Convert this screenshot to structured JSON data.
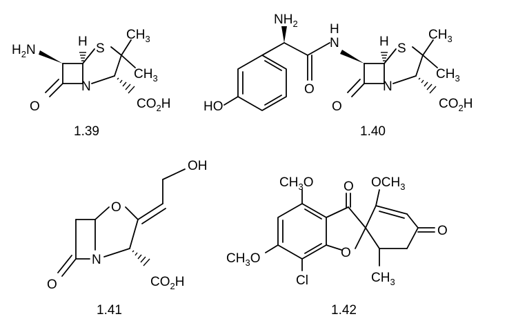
{
  "figure": {
    "compounds": [
      {
        "number": "1.39",
        "labels": {
          "amine": "H2N",
          "h": "H",
          "s": "S",
          "ch3_top": "CH3",
          "ch3_bot": "CH3",
          "o": "O",
          "n": "N",
          "acid": "CO2H"
        }
      },
      {
        "number": "1.40",
        "labels": {
          "nh2": "NH2",
          "nh": "N",
          "nh_h": "H",
          "h": "H",
          "s": "S",
          "ch3_top": "CH3",
          "ch3_bot": "CH3",
          "ho": "HO",
          "o_amide": "O",
          "o_lactam": "O",
          "n": "N",
          "acid": "CO2H"
        }
      },
      {
        "number": "1.41",
        "labels": {
          "oh": "OH",
          "o_ring": "O",
          "o_lactam": "O",
          "n": "N",
          "acid": "CO2H"
        }
      },
      {
        "number": "1.42",
        "labels": {
          "ome_top": "CH3O",
          "o_ketone": "O",
          "ome_right": "OCH3",
          "ome_left": "CH3O",
          "o_ring": "O",
          "o_enone": "O",
          "cl": "Cl",
          "ch3": "CH3"
        }
      }
    ]
  }
}
